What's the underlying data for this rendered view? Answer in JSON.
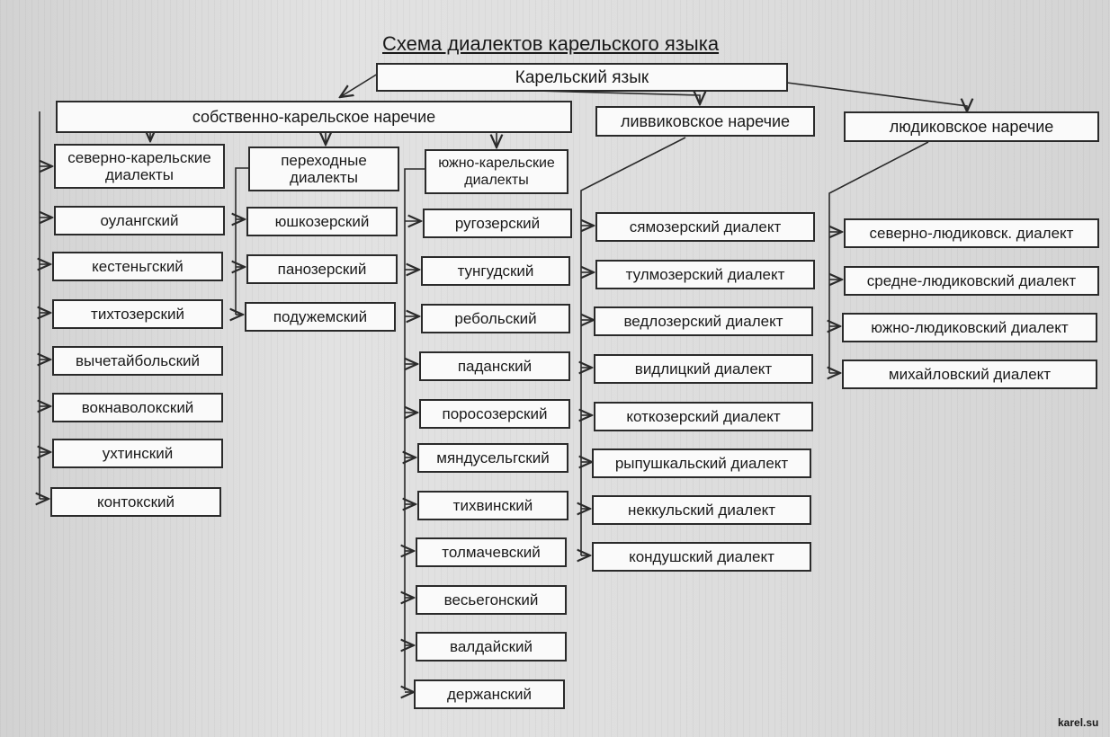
{
  "title": "Схема диалектов карельского языка",
  "root": "Карельский язык",
  "karelian_proper": {
    "label": "собственно-карельское наречие",
    "north": {
      "label": "северно-карельские\nдиалекты",
      "items": [
        "оулангский",
        "кестеньгский",
        "тихтозерский",
        "вычетайбольский",
        "вокнаволокский",
        "ухтинский",
        "контокский"
      ]
    },
    "transitional": {
      "label": "переходные\nдиалекты",
      "items": [
        "юшкозерский",
        "панозерский",
        "подужемский"
      ]
    },
    "south": {
      "label": "южно-карельские\nдиалекты",
      "items": [
        "ругозерский",
        "тунгудский",
        "ребольский",
        "паданский",
        "поросозерский",
        "мяндусельгский",
        "тихвинский",
        "толмачевский",
        "весьегонский",
        "валдайский",
        "держанский"
      ]
    }
  },
  "livvi": {
    "label": "ливвиковское наречие",
    "items": [
      "сямозерский диалект",
      "тулмозерский диалект",
      "ведлозерский диалект",
      "видлицкий диалект",
      "коткозерский диалект",
      "рыпушкальский диалект",
      "неккульский диалект",
      "кондушский диалект"
    ]
  },
  "ludic": {
    "label": "людиковское наречие",
    "items": [
      "северно-людиковск. диалект",
      "средне-людиковский диалект",
      "южно-людиковский диалект",
      "михайловский диалект"
    ]
  },
  "credit": "karel.su"
}
